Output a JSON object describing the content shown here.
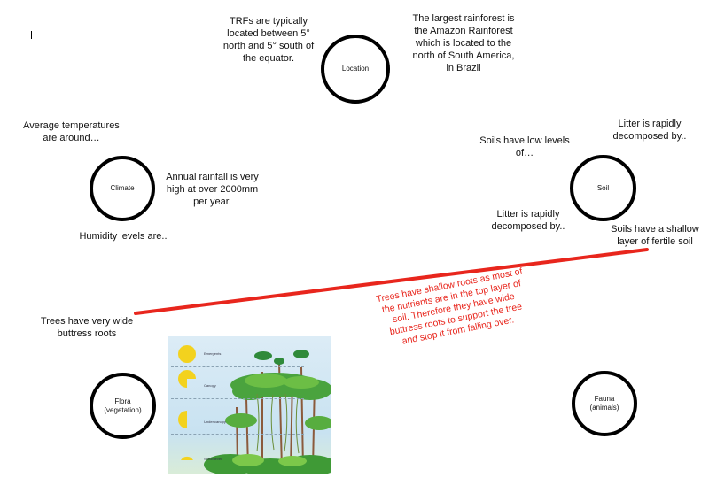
{
  "circles": {
    "location": "Location",
    "climate": "Climate",
    "soil": "Soil",
    "flora": "Flora\n(vegetation)",
    "fauna": "Fauna\n(animals)"
  },
  "notes": {
    "trf_location": "TRFs are typically\nlocated between 5°\nnorth and 5° south of\nthe equator.",
    "amazon": "The largest rainforest is\nthe Amazon Rainforest\nwhich is located to the\nnorth of South America,\nin Brazil",
    "temperatures": "Average temperatures\nare around…",
    "rainfall": "Annual rainfall is very\nhigh at over 2000mm\nper year.",
    "humidity": "Humidity levels are..",
    "soils_low": "Soils have low levels\nof…",
    "litter_top": "Litter is rapidly\ndecomposed by..",
    "litter_mid": "Litter is rapidly\ndecomposed by..",
    "shallow_soil": "Soils have a shallow\nlayer of fertile soil",
    "buttress": "Trees have very wide\nbuttress roots",
    "shallow_roots": "Trees have shallow roots as most of\nthe nutrients are in the top layer of\nsoil. Therefore they have wide\nbuttress roots to support the tree\nand stop it from falling over."
  },
  "illustration": {
    "layers": [
      "Emergents",
      "Canopy",
      "Under canopy",
      "Shrub level"
    ]
  },
  "colors": {
    "connector": "#e8261d",
    "annotation": "#e8261d"
  }
}
